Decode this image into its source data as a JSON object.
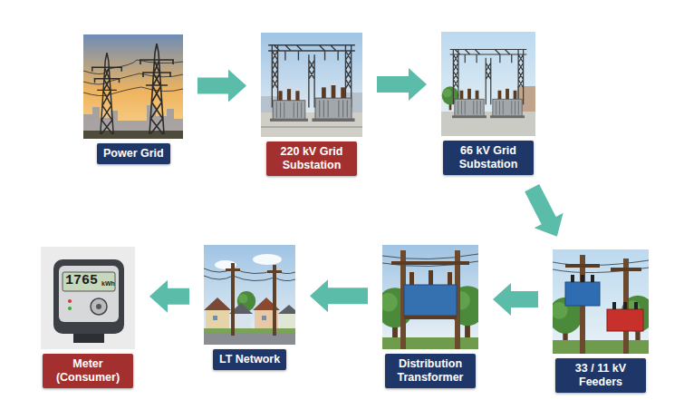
{
  "diagram": {
    "nodes": [
      {
        "text": [
          "Power Grid"
        ]
      },
      {
        "text": [
          "220 kV Grid Substation"
        ]
      },
      {
        "text": [
          "66 kV Grid Substation"
        ]
      },
      {
        "text": [
          "33 / 11 kV Feeders"
        ]
      },
      {
        "text": [
          "Distribution Transformer"
        ]
      },
      {
        "text": [
          "LT Network"
        ]
      },
      {
        "text": [
          "Meter (Consumer)"
        ]
      }
    ],
    "edges": [
      {
        "from": 0,
        "to": 1,
        "arrow": "to"
      },
      {
        "from": 1,
        "to": 2,
        "arrow": "to"
      },
      {
        "from": 2,
        "to": 3,
        "arrow": "to"
      },
      {
        "from": 3,
        "to": 4,
        "arrow": "to"
      },
      {
        "from": 4,
        "to": 5,
        "arrow": "to"
      },
      {
        "from": 5,
        "to": 6,
        "arrow": "to"
      }
    ],
    "labels": [
      "1765",
      "kWh"
    ]
  }
}
